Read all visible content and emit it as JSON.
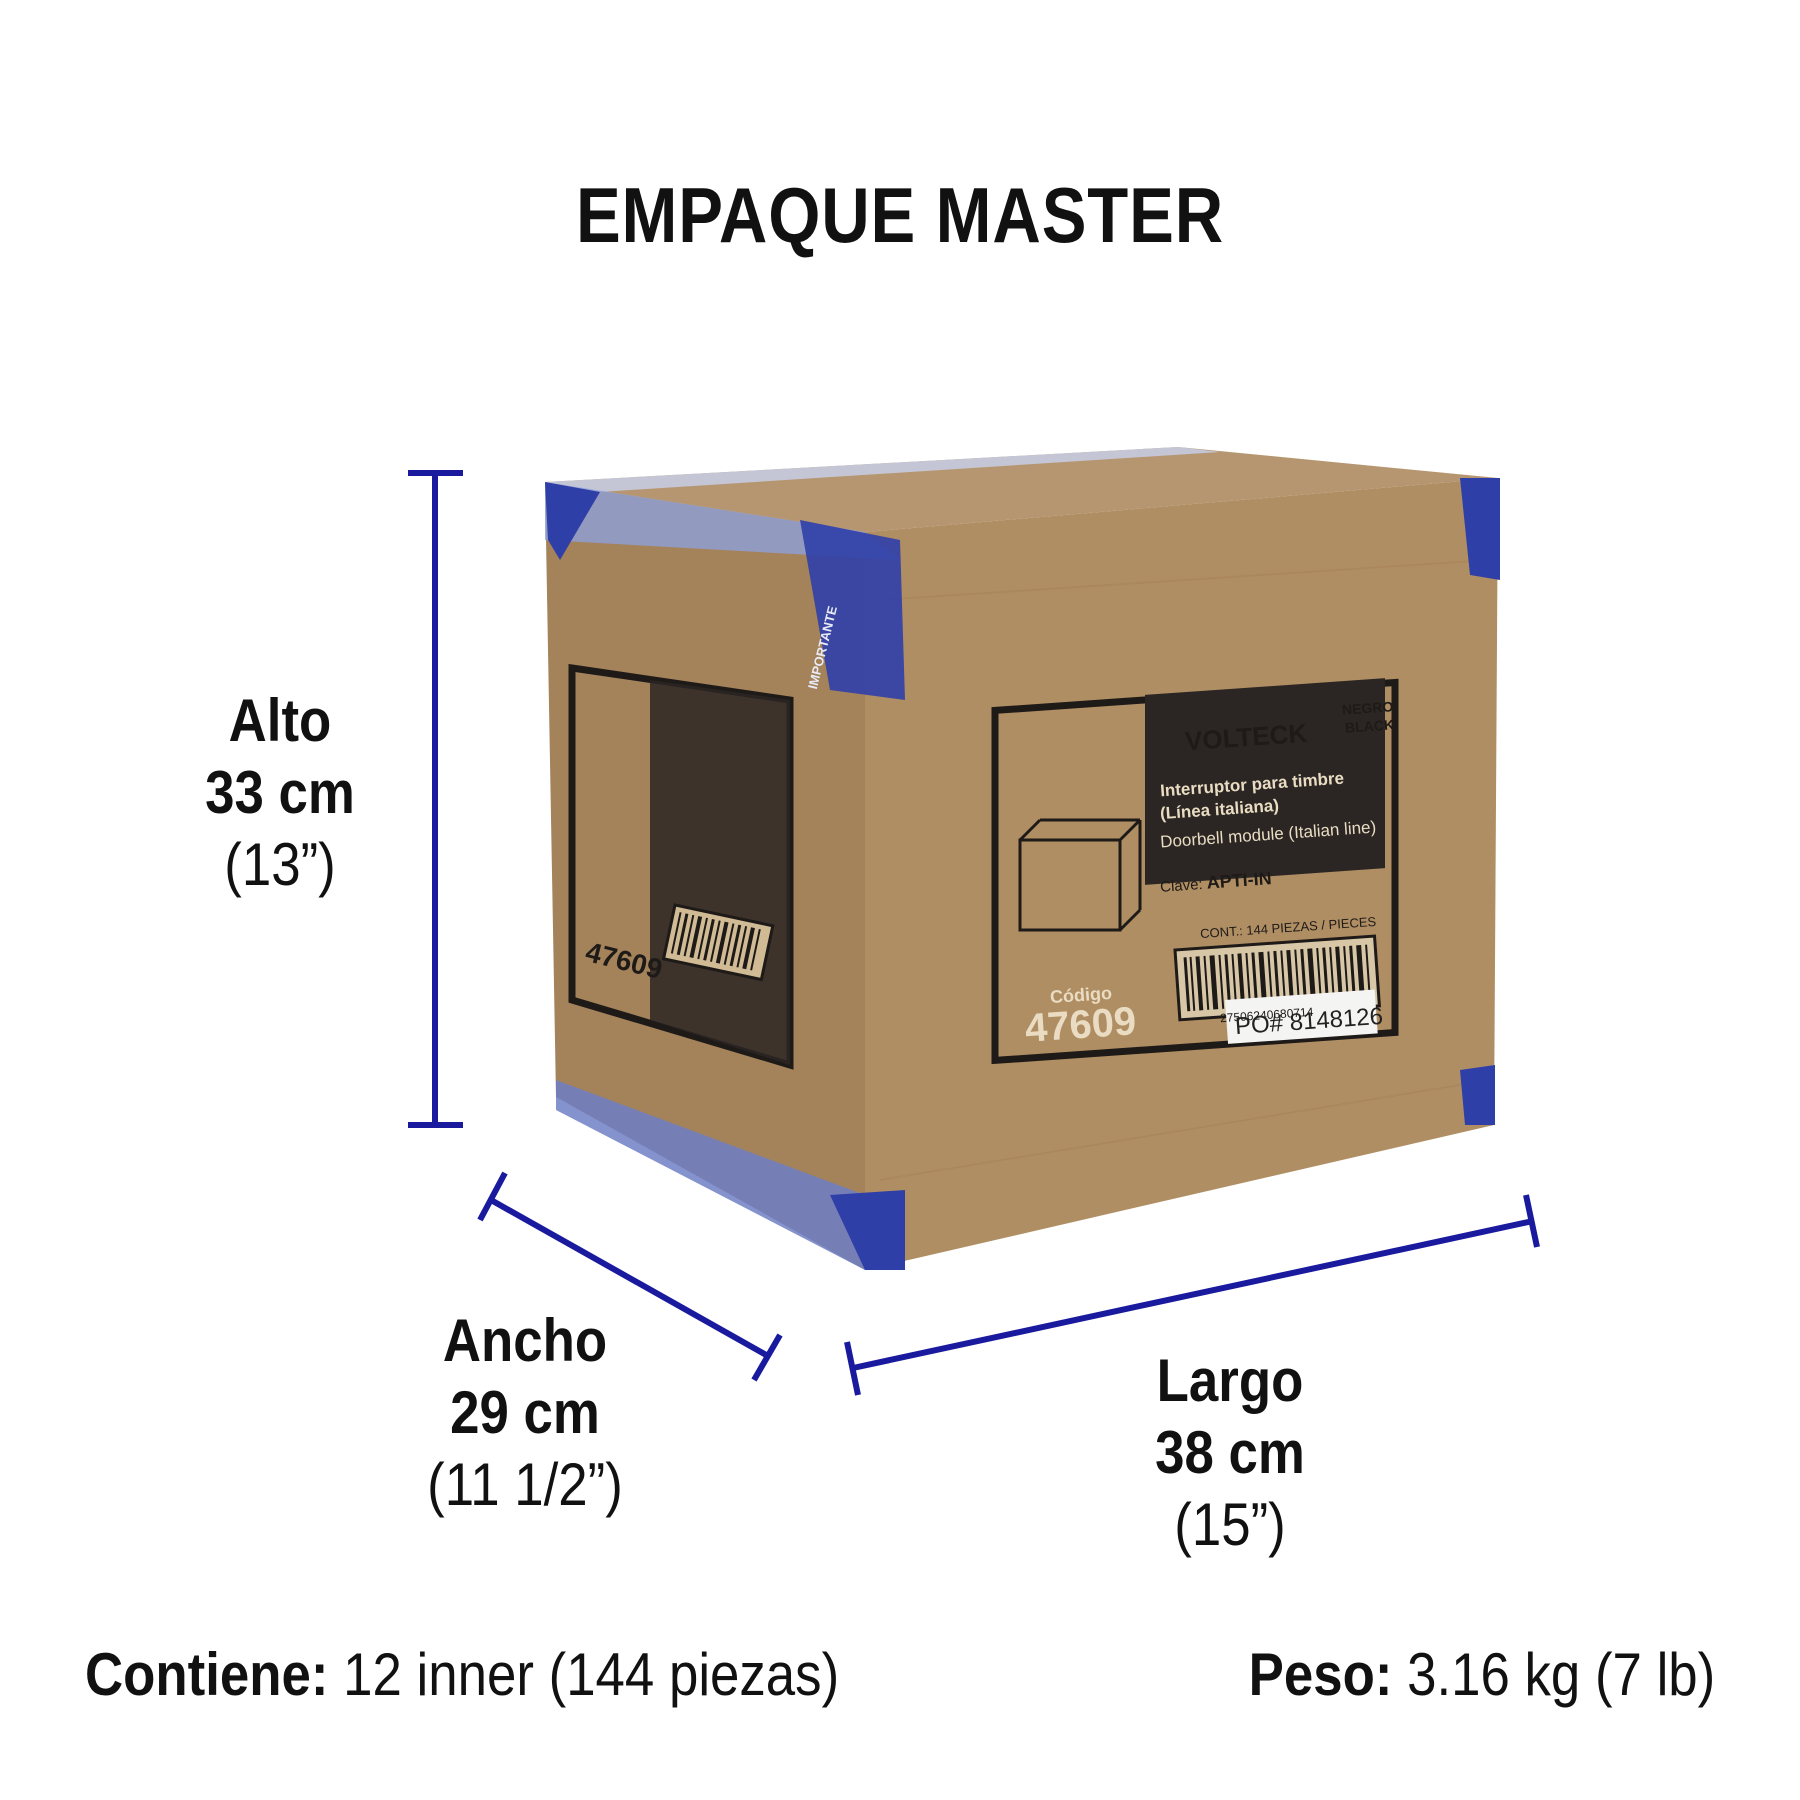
{
  "title": "EMPAQUE MASTER",
  "dimensions": {
    "alto": {
      "label": "Alto",
      "metric": "33 cm",
      "imperial": "(13”)"
    },
    "ancho": {
      "label": "Ancho",
      "metric": "29 cm",
      "imperial": "(11 1/2”)"
    },
    "largo": {
      "label": "Largo",
      "metric": "38 cm",
      "imperial": "(15”)"
    }
  },
  "footer": {
    "contiene_label": "Contiene:",
    "contiene_value": "12 inner (144 piezas)",
    "peso_label": "Peso:",
    "peso_value": "3.16 kg (7 lb)"
  },
  "box_label": {
    "brand": "VOLTECK",
    "color_es": "NEGRO",
    "color_en": "BLACK",
    "product_es_1": "Interruptor para timbre",
    "product_es_2": "(Línea italiana)",
    "product_en": "Doorbell module (Italian line)",
    "clave_label": "Clave:",
    "clave": "APTI-IN",
    "contents": "CONT.: 144 PIEZAS / PIECES",
    "barcode_number": "27506240680714",
    "codigo_label": "Código",
    "codigo": "47609",
    "po": "PO# 8148126",
    "tape_word": "IMPORTANTE"
  },
  "colors": {
    "measure_line": "#1a1a9e",
    "cardboard_front": "#b08e63",
    "cardboard_side": "#a6845a",
    "cardboard_top": "#b69670",
    "tape": "#2f3fa8"
  }
}
